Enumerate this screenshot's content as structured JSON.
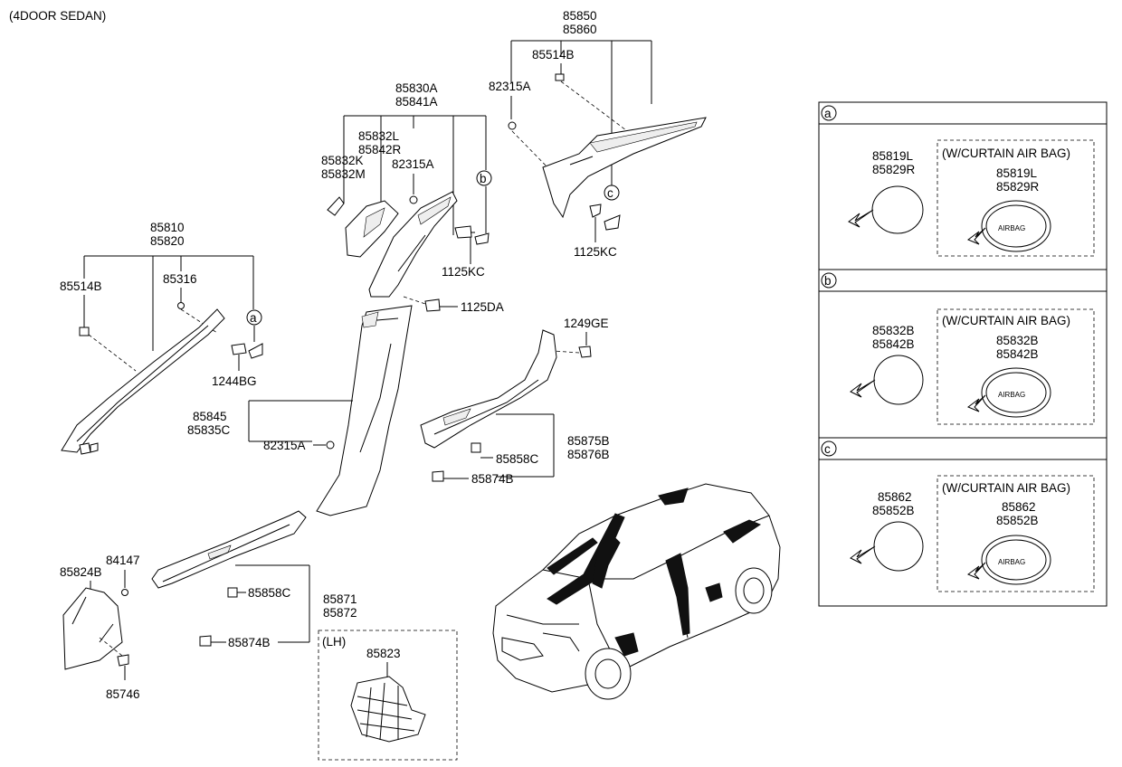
{
  "header": {
    "title": "(4DOOR SEDAN)"
  },
  "labels": {
    "p85850": "85850",
    "p85860": "85860",
    "p85514B_top": "85514B",
    "p82315A_top": "82315A",
    "p1125KC_right": "1125KC",
    "p85830A": "85830A",
    "p85841A": "85841A",
    "p85832L": "85832L",
    "p85842R": "85842R",
    "p85832K": "85832K",
    "p85832M": "85832M",
    "p82315A_mid": "82315A",
    "p1125KC_mid": "1125KC",
    "p1125DA": "1125DA",
    "p85810": "85810",
    "p85820": "85820",
    "p85514B_left": "85514B",
    "p85316": "85316",
    "p1244BG": "1244BG",
    "p85845": "85845",
    "p85835C": "85835C",
    "p82315A_low": "82315A",
    "p1249GE": "1249GE",
    "p85875B": "85875B",
    "p85876B": "85876B",
    "p85858C_right": "85858C",
    "p85874B_right": "85874B",
    "p85824B": "85824B",
    "p84147": "84147",
    "p85746": "85746",
    "p85858C_left": "85858C",
    "p85871": "85871",
    "p85872": "85872",
    "p85874B_left": "85874B",
    "lh": "(LH)",
    "p85823": "85823"
  },
  "callouts": {
    "a": "a",
    "b": "b",
    "c": "c"
  },
  "panels": [
    {
      "key": "a",
      "part1": "85819L",
      "part2": "85829R",
      "variant": "(W/CURTAIN AIR BAG)",
      "v_part1": "85819L",
      "v_part2": "85829R"
    },
    {
      "key": "b",
      "part1": "85832B",
      "part2": "85842B",
      "variant": "(W/CURTAIN AIR BAG)",
      "v_part1": "85832B",
      "v_part2": "85842B"
    },
    {
      "key": "c",
      "part1": "85862",
      "part2": "85852B",
      "variant": "(W/CURTAIN AIR BAG)",
      "v_part1": "85862",
      "v_part2": "85852B"
    }
  ],
  "badge_text": "AIRBAG"
}
